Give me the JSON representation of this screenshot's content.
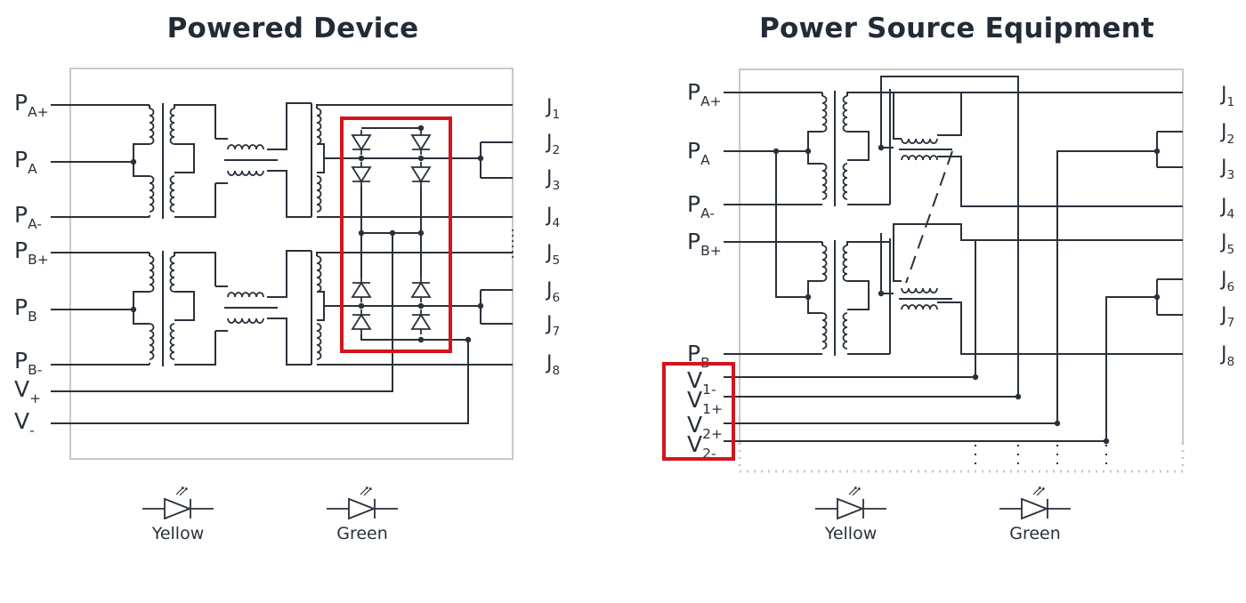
{
  "diagrams": [
    {
      "title": "Powered Device",
      "left_pins": [
        {
          "main": "P",
          "sub": "A+"
        },
        {
          "main": "P",
          "sub": "A"
        },
        {
          "main": "P",
          "sub": "A-"
        },
        {
          "main": "P",
          "sub": "B+"
        },
        {
          "main": "P",
          "sub": "B"
        },
        {
          "main": "P",
          "sub": "B-"
        },
        {
          "main": "V",
          "sub": "+"
        },
        {
          "main": "V",
          "sub": "-"
        }
      ],
      "right_pins": [
        {
          "main": "J",
          "sub": "1"
        },
        {
          "main": "J",
          "sub": "2"
        },
        {
          "main": "J",
          "sub": "3"
        },
        {
          "main": "J",
          "sub": "4"
        },
        {
          "main": "J",
          "sub": "5"
        },
        {
          "main": "J",
          "sub": "6"
        },
        {
          "main": "J",
          "sub": "7"
        },
        {
          "main": "J",
          "sub": "8"
        }
      ],
      "led_labels": [
        "Yellow",
        "Green"
      ],
      "highlight": "bridge-rectifier"
    },
    {
      "title": "Power Source Equipment",
      "left_pins": [
        {
          "main": "P",
          "sub": "A+"
        },
        {
          "main": "P",
          "sub": "A"
        },
        {
          "main": "P",
          "sub": "A-"
        },
        {
          "main": "P",
          "sub": "B+"
        },
        {
          "main": "P",
          "sub": "B-"
        },
        {
          "main": "V",
          "sub": "1-"
        },
        {
          "main": "V",
          "sub": "1+"
        },
        {
          "main": "V",
          "sub": "2+"
        },
        {
          "main": "V",
          "sub": "2-"
        }
      ],
      "right_pins": [
        {
          "main": "J",
          "sub": "1"
        },
        {
          "main": "J",
          "sub": "2"
        },
        {
          "main": "J",
          "sub": "3"
        },
        {
          "main": "J",
          "sub": "4"
        },
        {
          "main": "J",
          "sub": "5"
        },
        {
          "main": "J",
          "sub": "6"
        },
        {
          "main": "J",
          "sub": "7"
        },
        {
          "main": "J",
          "sub": "8"
        }
      ],
      "led_labels": [
        "Yellow",
        "Green"
      ],
      "highlight": "power-pins"
    }
  ],
  "colors": {
    "wire": "#2a313b",
    "frame": "#c8c8c8",
    "highlight": "#d4141d"
  }
}
